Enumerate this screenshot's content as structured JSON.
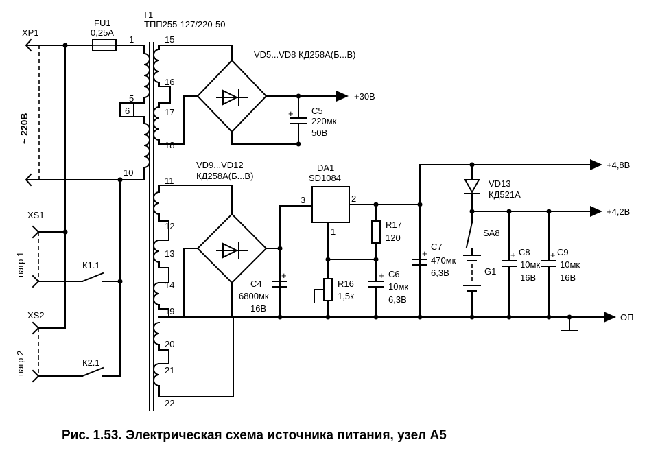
{
  "labels": {
    "xp1": "XP1",
    "fu1": "FU1",
    "fu1_val": "0,25A",
    "t1": "T1",
    "t1_type": "ТПП255-127/220-50",
    "mains": "~ 220В",
    "vd5_8": "VD5...VD8 КД258А(Б...В)",
    "out30": "+30В",
    "c5": "C5",
    "c5_val1": "220мк",
    "c5_val2": "50В",
    "w15": "15",
    "w16": "16",
    "w17": "17",
    "w18": "18",
    "w1": "1",
    "w5": "5",
    "w6": "6",
    "w10": "10",
    "vd9_12_a": "VD9...VD12",
    "vd9_12_b": "КД258А(Б...В)",
    "da1": "DA1",
    "da1_type": "SD1084",
    "pin3": "3",
    "pin2": "2",
    "pin1": "1",
    "out48": "+4,8В",
    "out42": "+4,2В",
    "vd13": "VD13",
    "vd13_type": "КД521А",
    "w11": "11",
    "w12": "12",
    "w13": "13",
    "w14": "14",
    "w19": "19",
    "w20": "20",
    "w21": "21",
    "w22": "22",
    "xs1": "XS1",
    "load1": "нагр 1",
    "k11": "К1.1",
    "xs2": "XS2",
    "load2": "нагр 2",
    "k21": "К2.1",
    "r17": "R17",
    "r17_val": "120",
    "c7": "C7",
    "c7_val1": "470мк",
    "c7_val2": "6,3В",
    "sa8": "SA8",
    "g1": "G1",
    "c8": "C8",
    "c8_val1": "10мк",
    "c8_val2": "16В",
    "c9": "C9",
    "c9_val1": "10мк",
    "c9_val2": "16В",
    "c4": "C4",
    "c4_val1": "6800мк",
    "c4_val2": "16В",
    "r16": "R16",
    "r16_val": "1,5к",
    "c6": "C6",
    "c6_val1": "10мк",
    "c6_val2": "6,3В",
    "op": "ОП",
    "plus": "+"
  },
  "caption": "Рис. 1.53. Электрическая схема источника питания, узел А5"
}
